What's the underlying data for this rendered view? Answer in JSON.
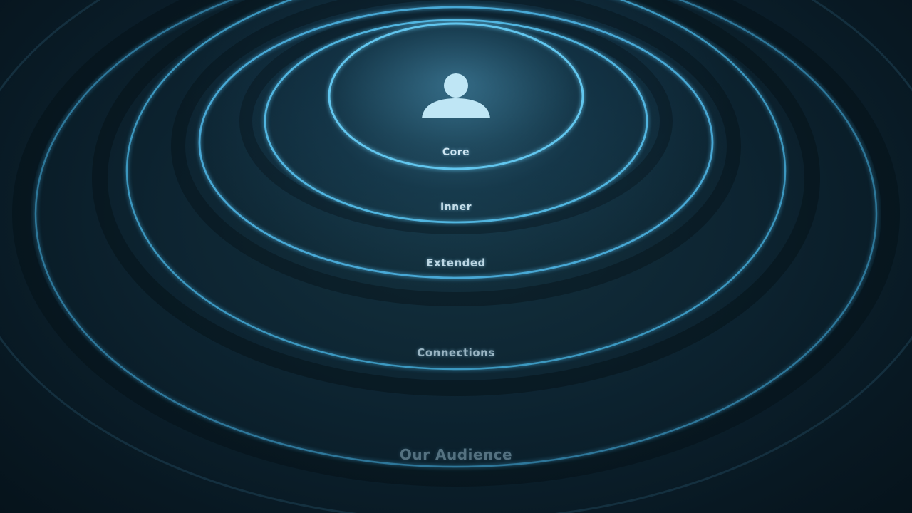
{
  "center": {
    "icon": "user-avatar-icon"
  },
  "rings": [
    {
      "label": "Core"
    },
    {
      "label": "Inner"
    },
    {
      "label": "Extended"
    },
    {
      "label": "Connections"
    },
    {
      "label": "Our Audience"
    }
  ],
  "colors": {
    "background": "#0a1a24",
    "ring_glow": "#4fb6e6",
    "avatar": "#bfe6f5",
    "label_text": "#cfe6f2"
  }
}
